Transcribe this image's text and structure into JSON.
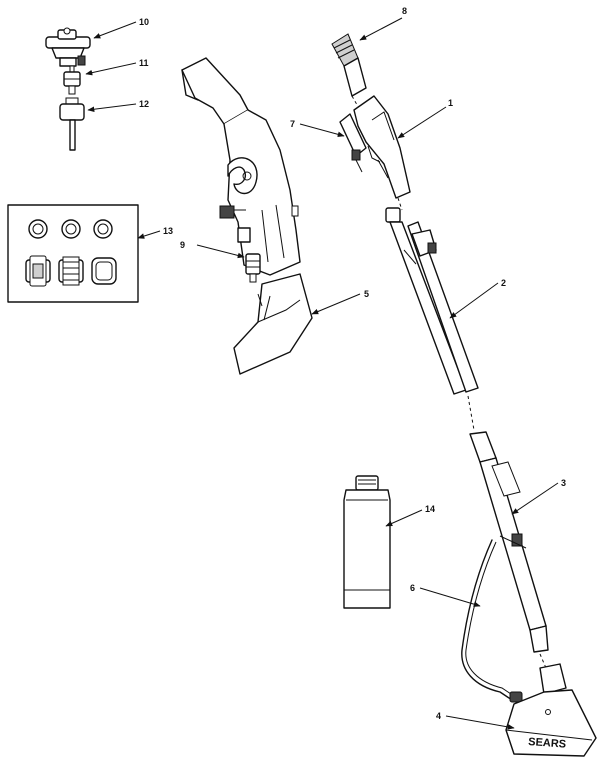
{
  "callouts": {
    "c1": "1",
    "c2": "2",
    "c3": "3",
    "c4": "4",
    "c5": "5",
    "c6": "6",
    "c7": "7",
    "c8": "8",
    "c9": "9",
    "c10": "10",
    "c11": "11",
    "c12": "12",
    "c13": "13",
    "c14": "14"
  },
  "nozzle_brand": "SEARS"
}
